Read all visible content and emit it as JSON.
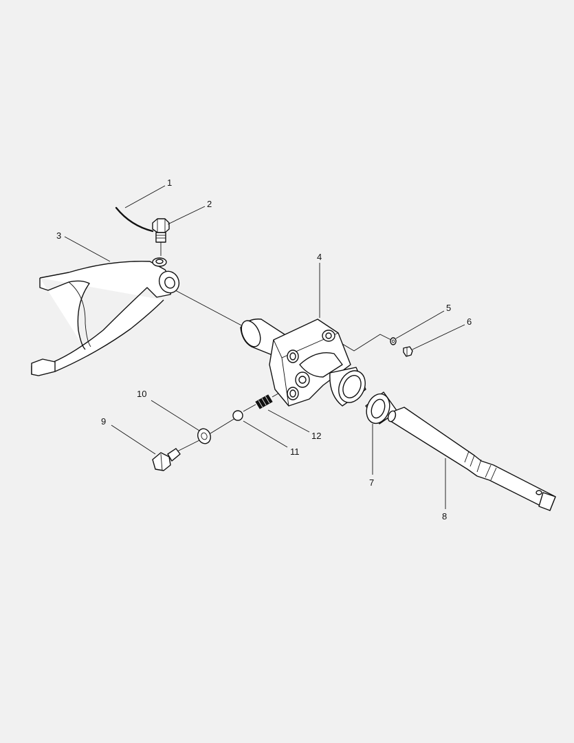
{
  "diagram": {
    "background": "#f1f1f1",
    "line_color": "#111111",
    "parts": [
      {
        "id": "part-1",
        "label": "1"
      },
      {
        "id": "part-2",
        "label": "2"
      },
      {
        "id": "part-3",
        "label": "3"
      },
      {
        "id": "part-4",
        "label": "4"
      },
      {
        "id": "part-5",
        "label": "5"
      },
      {
        "id": "part-6",
        "label": "6"
      },
      {
        "id": "part-7",
        "label": "7"
      },
      {
        "id": "part-8",
        "label": "8"
      },
      {
        "id": "part-9",
        "label": "9"
      },
      {
        "id": "part-10",
        "label": "10"
      },
      {
        "id": "part-11",
        "label": "11"
      },
      {
        "id": "part-12",
        "label": "12"
      }
    ]
  }
}
